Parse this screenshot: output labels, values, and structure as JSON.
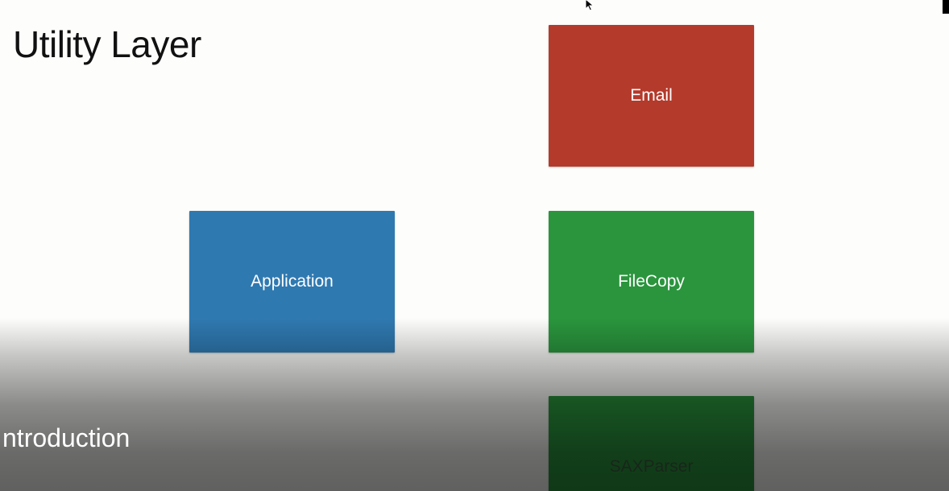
{
  "slide": {
    "title": "Utility Layer",
    "boxes": {
      "email": {
        "label": "Email",
        "color": "#b43a2b"
      },
      "application": {
        "label": "Application",
        "color": "#2f79b1"
      },
      "filecopy": {
        "label": "FileCopy",
        "color": "#2a953d"
      },
      "saxparser": {
        "label": "SAXParser",
        "color": "#2a953d"
      }
    }
  },
  "caption": {
    "text": "ntroduction"
  },
  "icons": {
    "cursor": "mouse-pointer-icon"
  }
}
